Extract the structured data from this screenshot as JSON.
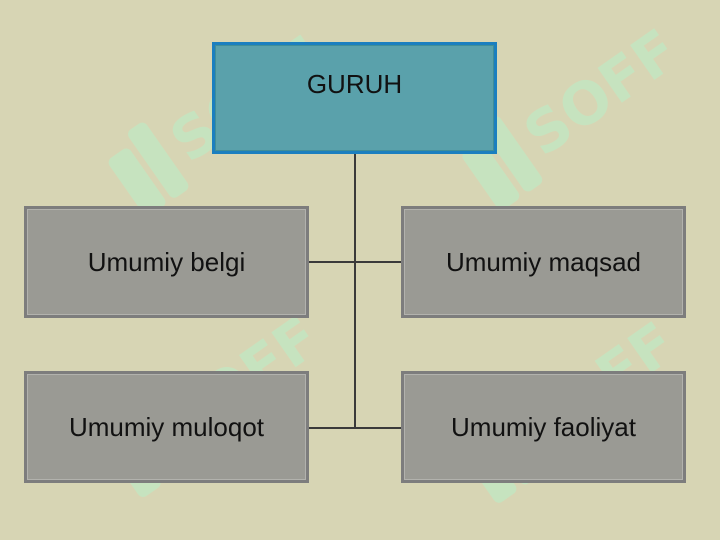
{
  "diagram": {
    "root": {
      "label": "GURUH"
    },
    "children": [
      {
        "label": "Umumiy belgi"
      },
      {
        "label": "Umumiy maqsad"
      },
      {
        "label": "Umumiy muloqot"
      },
      {
        "label": "Umumiy faoliyat"
      }
    ],
    "watermark": {
      "text": "SOFF"
    },
    "colors": {
      "background": "#d7d5b4",
      "root_fill": "#5aa1ab",
      "root_border": "#1b7fbf",
      "child_fill": "#9a9a94",
      "child_border": "#7d7d7d",
      "connector": "#3a3a3a",
      "watermark": "#b9f0c8"
    }
  }
}
